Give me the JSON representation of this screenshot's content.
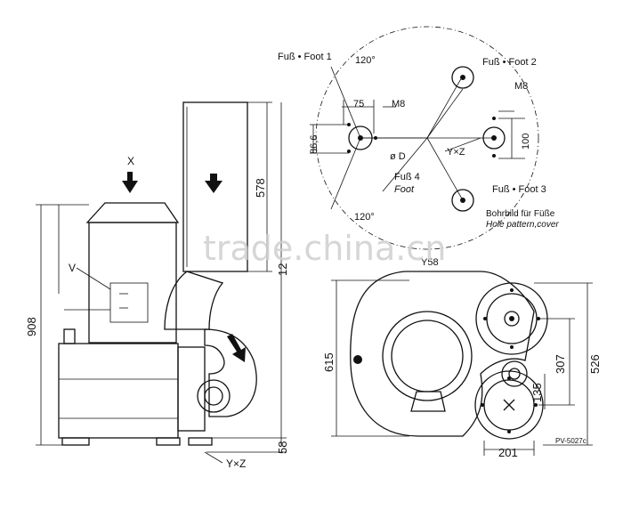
{
  "top_view": {
    "foot1_label": "Fuß • Foot 1",
    "foot2_label": "Fuß • Foot 2",
    "foot3_label": "Fuß • Foot 3",
    "foot4_de": "Fuß 4",
    "foot4_en": "Foot",
    "angle_top": "120°",
    "angle_bottom": "120°",
    "dim_75": "75",
    "dim_m8_left": "M8",
    "dim_m8_right": "M8",
    "dim_86_6": "86,6",
    "dim_100": "100",
    "dia_label": "ø D",
    "yz_label": "Y×Z",
    "hole_pattern_de": "Bohrbild für Füße",
    "hole_pattern_en": "Hole pattern,cover"
  },
  "side_view": {
    "x_label": "X",
    "v_label": "V",
    "dim_908": "908",
    "dim_578": "578",
    "dim_12": "12",
    "dim_58": "58",
    "yz_label": "Y×Z"
  },
  "front_view": {
    "top_label": "Y58",
    "dim_615": "615",
    "dim_307": "307",
    "dim_526": "526",
    "dim_135": "135",
    "dim_201": "201",
    "drawing_no": "PV-5027c"
  },
  "watermark": "trade.china.cn"
}
